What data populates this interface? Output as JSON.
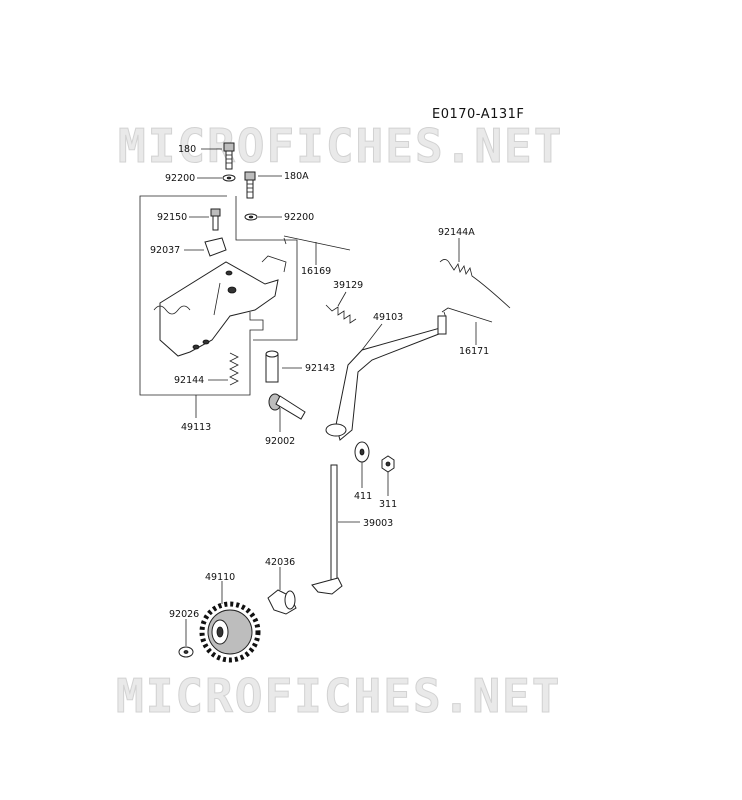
{
  "diagram": {
    "code": "E0170-A131F",
    "watermark": "MICROFICHES.NET",
    "labels": {
      "p180": "180",
      "p92200a": "92200",
      "p180a": "180A",
      "p92150": "92150",
      "p92200b": "92200",
      "p92037": "92037",
      "p16169": "16169",
      "p92144a": "92144A",
      "p39129": "39129",
      "p49103": "49103",
      "p16171": "16171",
      "p92144": "92144",
      "p92143": "92143",
      "p49113": "49113",
      "p92002": "92002",
      "p411": "411",
      "p311": "311",
      "p39003": "39003",
      "p42036": "42036",
      "p49110": "49110",
      "p92026": "92026"
    }
  }
}
